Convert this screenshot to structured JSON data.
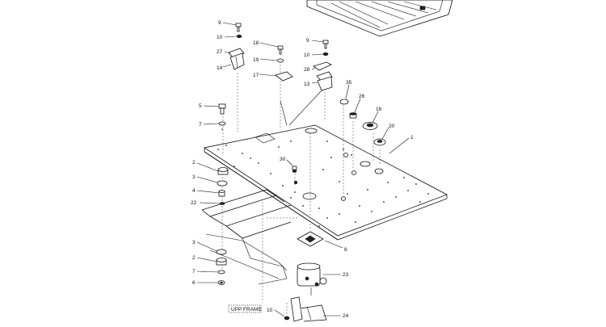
{
  "diagram": {
    "frame_label": "UPP FRAME",
    "callouts": [
      {
        "id": "c9a",
        "text": "9"
      },
      {
        "id": "c10a",
        "text": "10"
      },
      {
        "id": "c27",
        "text": "27"
      },
      {
        "id": "c14",
        "text": "14"
      },
      {
        "id": "c18",
        "text": "18"
      },
      {
        "id": "c19",
        "text": "19"
      },
      {
        "id": "c17",
        "text": "17"
      },
      {
        "id": "c9b",
        "text": "9"
      },
      {
        "id": "c10b",
        "text": "10"
      },
      {
        "id": "c28",
        "text": "28"
      },
      {
        "id": "c13",
        "text": "13"
      },
      {
        "id": "c35",
        "text": "35"
      },
      {
        "id": "c26",
        "text": "26"
      },
      {
        "id": "c16",
        "text": "16"
      },
      {
        "id": "c20",
        "text": "20"
      },
      {
        "id": "c1",
        "text": "1"
      },
      {
        "id": "c5",
        "text": "5"
      },
      {
        "id": "c7a",
        "text": "7"
      },
      {
        "id": "c30",
        "text": "30"
      },
      {
        "id": "c2a",
        "text": "2"
      },
      {
        "id": "c3a",
        "text": "3"
      },
      {
        "id": "c4",
        "text": "4"
      },
      {
        "id": "c22",
        "text": "22"
      },
      {
        "id": "c8",
        "text": "8"
      },
      {
        "id": "c3b",
        "text": "3"
      },
      {
        "id": "c2b",
        "text": "2"
      },
      {
        "id": "c7b",
        "text": "7"
      },
      {
        "id": "c6",
        "text": "6"
      },
      {
        "id": "c23",
        "text": "23"
      },
      {
        "id": "c10c",
        "text": "10"
      },
      {
        "id": "c24",
        "text": "24"
      }
    ]
  }
}
